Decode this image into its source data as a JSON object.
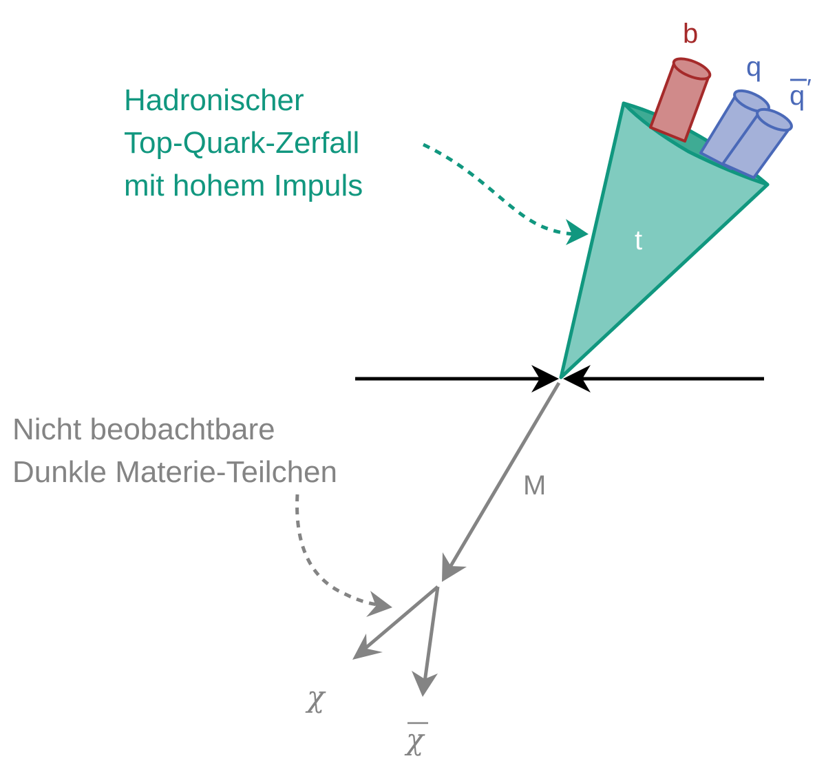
{
  "labels": {
    "top_quark_caption": [
      "Hadronischer",
      "Top-Quark-Zerfall",
      "mit hohem Impuls"
    ],
    "dark_matter_caption": [
      "Nicht beobachtbare",
      "Dunkle Materie-Teilchen"
    ],
    "top": "t",
    "bottom": "b",
    "quark": "q",
    "antiquark": "q",
    "antiquark_prime": "′",
    "mediator": "M",
    "chi": "χ",
    "chi_bar": "χ"
  },
  "colors": {
    "teal": "#11977f",
    "cone_fill": "#80cbbf",
    "cone_dark": "#3fab94",
    "red_text": "#a52a2a",
    "red_fill": "#d08a8a",
    "blue_text": "#4a69b8",
    "blue_fill": "#a4b1d9",
    "gray": "#848484",
    "black": "#000000"
  }
}
